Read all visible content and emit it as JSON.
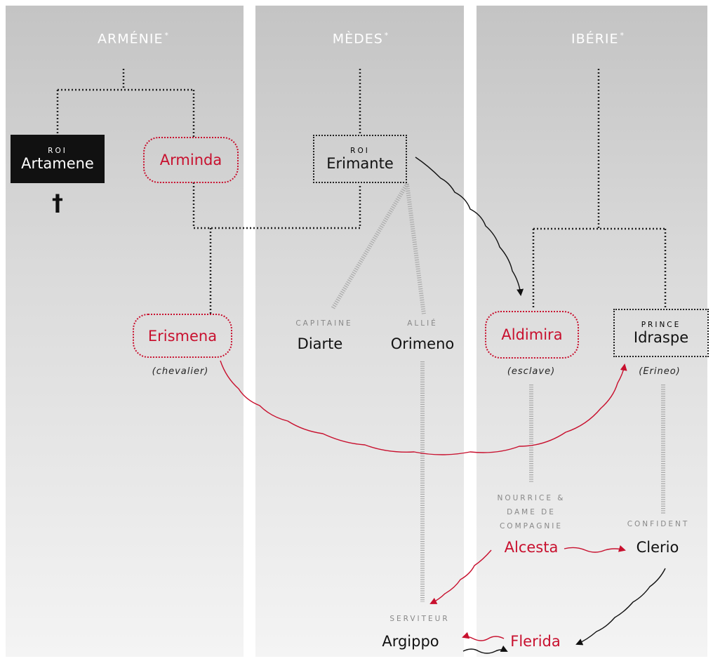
{
  "regions": {
    "armenie": "ARMÉNIE",
    "medes": "MÈDES",
    "iberie": "IBÉRIE",
    "asterisk": "*"
  },
  "nodes": {
    "artamene": {
      "title": "ROI",
      "name": "Artamene"
    },
    "arminda": {
      "name": "Arminda"
    },
    "erimante": {
      "title": "ROI",
      "name": "Erimante"
    },
    "erismena": {
      "name": "Erismena",
      "note": "(chevalier)"
    },
    "diarte": {
      "title": "CAPITAINE",
      "name": "Diarte"
    },
    "orimeno": {
      "title": "ALLIÉ",
      "name": "Orimeno"
    },
    "aldimira": {
      "name": "Aldimira",
      "note": "(esclave)"
    },
    "idraspe": {
      "title": "PRINCE",
      "name": "Idraspe",
      "note": "(Erineo)"
    },
    "alcesta": {
      "title_lines": [
        "NOURRICE &",
        "DAME DE",
        "COMPAGNIE"
      ],
      "name": "Alcesta"
    },
    "clerio": {
      "title": "CONFIDENT",
      "name": "Clerio"
    },
    "argippo": {
      "title": "SERVITEUR",
      "name": "Argippo"
    },
    "flerida": {
      "name": "Flerida"
    }
  },
  "symbols": {
    "dagger": "†"
  },
  "colors": {
    "female": "#c8102e",
    "male": "#111111",
    "link": "#222222",
    "service": "#aaaaaa",
    "column_top": "#c4c4c4",
    "column_bottom": "#f4f4f4"
  }
}
